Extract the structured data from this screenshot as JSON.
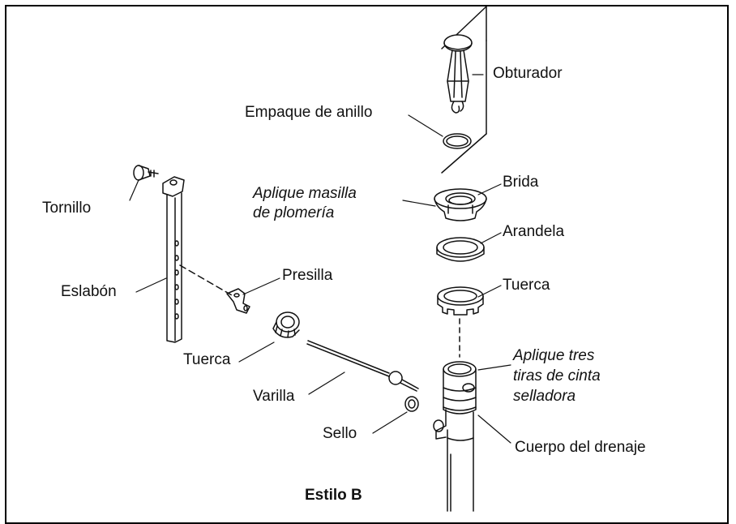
{
  "labels": {
    "obturador": "Obturador",
    "empaque": "Empaque de anillo",
    "tornillo": "Tornillo",
    "aplique_masilla_1": "Aplique masilla",
    "aplique_masilla_2": "de plomería",
    "brida": "Brida",
    "arandela": "Arandela",
    "presilla": "Presilla",
    "eslabon": "Eslabón",
    "tuerca_top": "Tuerca",
    "tuerca_left": "Tuerca",
    "aplique_tres_1": "Aplique tres",
    "aplique_tres_2": "tiras de cinta",
    "aplique_tres_3": "selladora",
    "varilla": "Varilla",
    "sello": "Sello",
    "cuerpo": "Cuerpo del drenaje",
    "estilo": "Estilo B"
  }
}
